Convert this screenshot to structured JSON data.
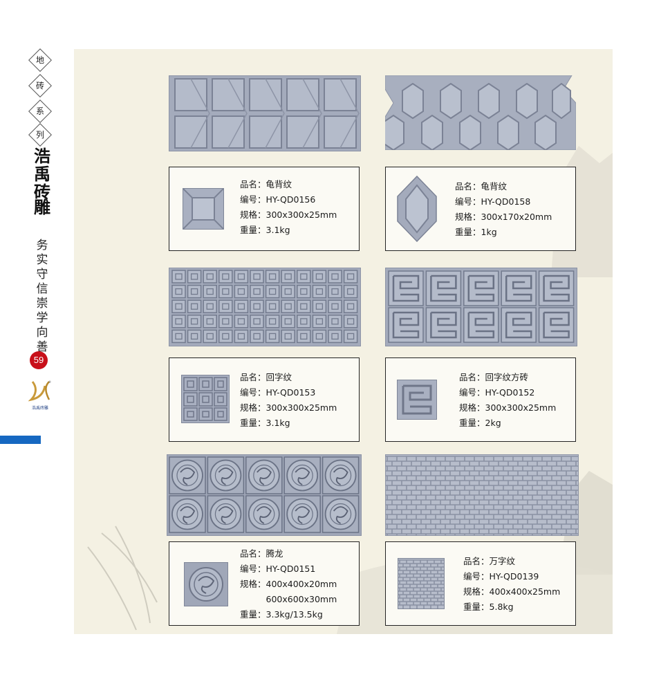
{
  "sidebar": {
    "diamond_chars": [
      "地",
      "砖",
      "系",
      "列"
    ],
    "brand_chars": [
      "浩",
      "禹",
      "砖",
      "雕"
    ],
    "motto_chars": [
      "务",
      "实",
      "守",
      "信",
      "崇",
      "学",
      "向",
      "善"
    ],
    "page_number": "59",
    "logo_text": "浩禹砖雕",
    "accent_color": "#1668c1",
    "page_number_color": "#c8101a"
  },
  "labels": {
    "name": "品名：",
    "code": "编号：",
    "spec": "规格：",
    "weight": "重量："
  },
  "products": [
    {
      "name": "龟背纹",
      "code": "HY-QD0156",
      "spec": [
        "300x300x25mm"
      ],
      "weight": "3.1kg"
    },
    {
      "name": "龟背纹",
      "code": "HY-QD0158",
      "spec": [
        "300x170x20mm"
      ],
      "weight": "1kg"
    },
    {
      "name": "回字纹",
      "code": "HY-QD0153",
      "spec": [
        "300x300x25mm"
      ],
      "weight": "3.1kg"
    },
    {
      "name": "回字纹方砖",
      "code": "HY-QD0152",
      "spec": [
        "300x300x25mm"
      ],
      "weight": "2kg"
    },
    {
      "name": "腾龙",
      "code": "HY-QD0151",
      "spec": [
        "400x400x20mm",
        "600x600x30mm"
      ],
      "weight": "3.3kg/13.5kg"
    },
    {
      "name": "万字纹",
      "code": "HY-QD0139",
      "spec": [
        "400x400x25mm"
      ],
      "weight": "5.8kg"
    }
  ]
}
